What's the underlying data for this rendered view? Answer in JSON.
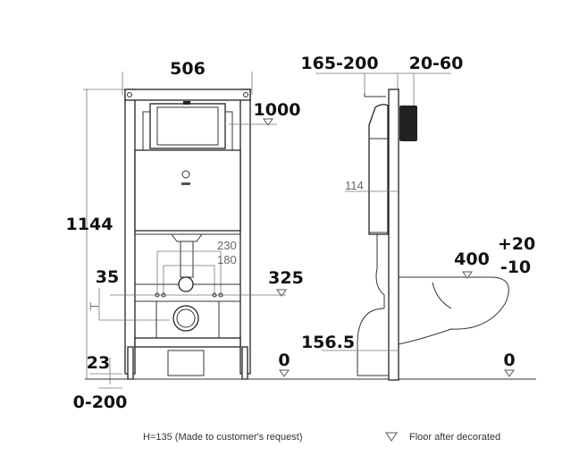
{
  "front_view": {
    "width": "506",
    "height": "1144",
    "flush_height": "1000",
    "inlet_spacing_outer": "230",
    "inlet_spacing_inner": "180",
    "left_offset": "35",
    "pipe_height": "325",
    "foot_height": "23",
    "floor_level": "0",
    "adjustment_range": "0-200"
  },
  "side_view": {
    "wall_distance": "165-200",
    "plate_depth": "20-60",
    "tank_depth": "114",
    "seat_height": "400",
    "seat_tolerance_plus": "+20",
    "seat_tolerance_minus": "-10",
    "outlet_height": "156.5",
    "floor_level": "0"
  },
  "footer": {
    "h_note": "H=135 (Made to customer's request)",
    "legend_label": "Floor after decorated"
  }
}
